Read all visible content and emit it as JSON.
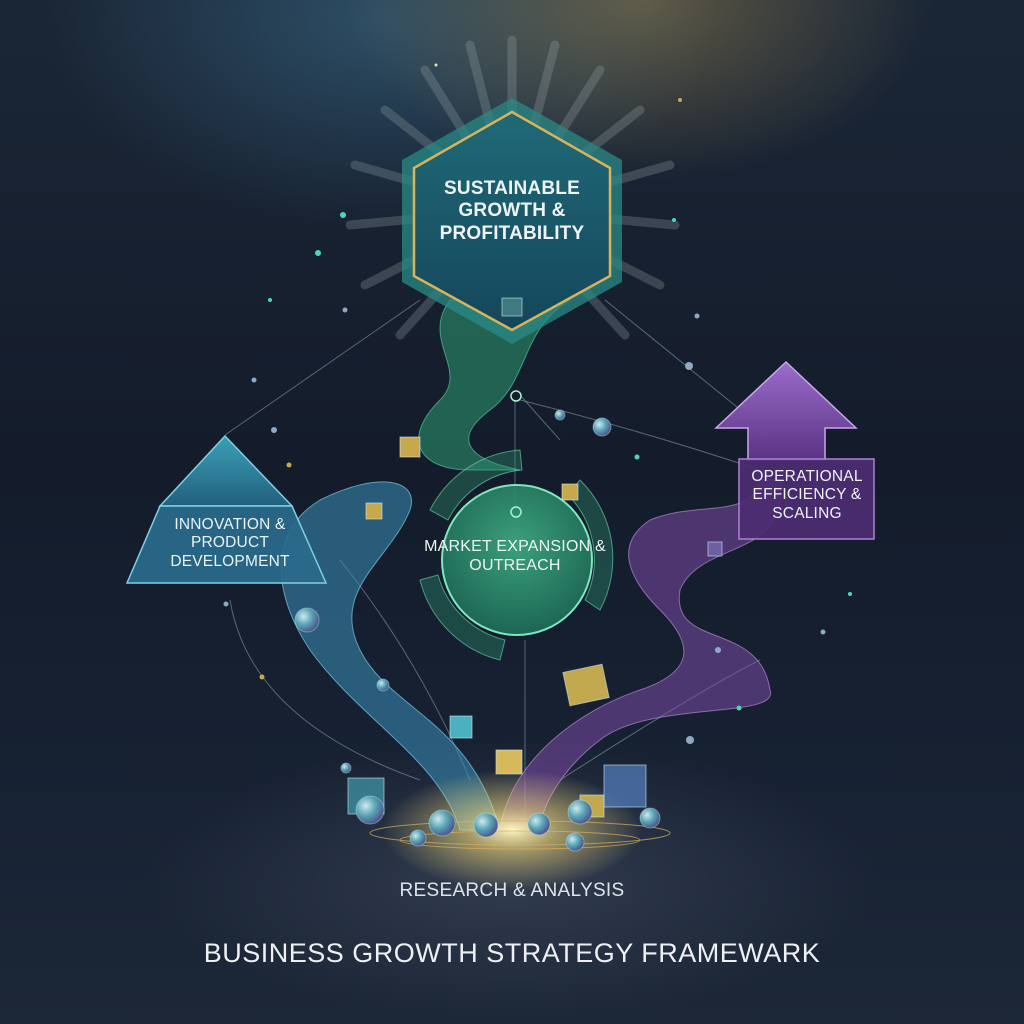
{
  "diagram": {
    "title": "BUSINESS GROWTH STRATEGY FRAMEWARK",
    "base": {
      "label": "RESEARCH & ANALYSIS"
    },
    "nodes": [
      {
        "id": "goal",
        "shape": "hexagon",
        "label": "SUSTAINABLE GROWTH & PROFITABILITY",
        "color": "#1d5a6a",
        "border": "#d9b25a"
      },
      {
        "id": "innovation",
        "shape": "triangle",
        "label": "INNOVATION & PRODUCT DEVELOPMENT",
        "color": "#2b7d9c"
      },
      {
        "id": "market",
        "shape": "circle",
        "label": "MARKET EXPANSION & OUTREACH",
        "color": "#2e9a72"
      },
      {
        "id": "operations",
        "shape": "up-arrow-box",
        "label": "OPERATIONAL EFFICIENCY & SCALING",
        "color": "#6c3f94"
      }
    ],
    "paths": [
      {
        "from": "base",
        "to": "innovation",
        "color": "#3a8fb8"
      },
      {
        "from": "base",
        "to": "market",
        "color": "#2e9a72"
      },
      {
        "from": "base",
        "to": "operations",
        "color": "#7b4aa6"
      }
    ],
    "colors": {
      "background": "#141b2b",
      "accent_gold": "#d9b25a",
      "teal": "#3fbf9a",
      "blue": "#3a8fb8",
      "purple": "#7b4aa6"
    }
  }
}
